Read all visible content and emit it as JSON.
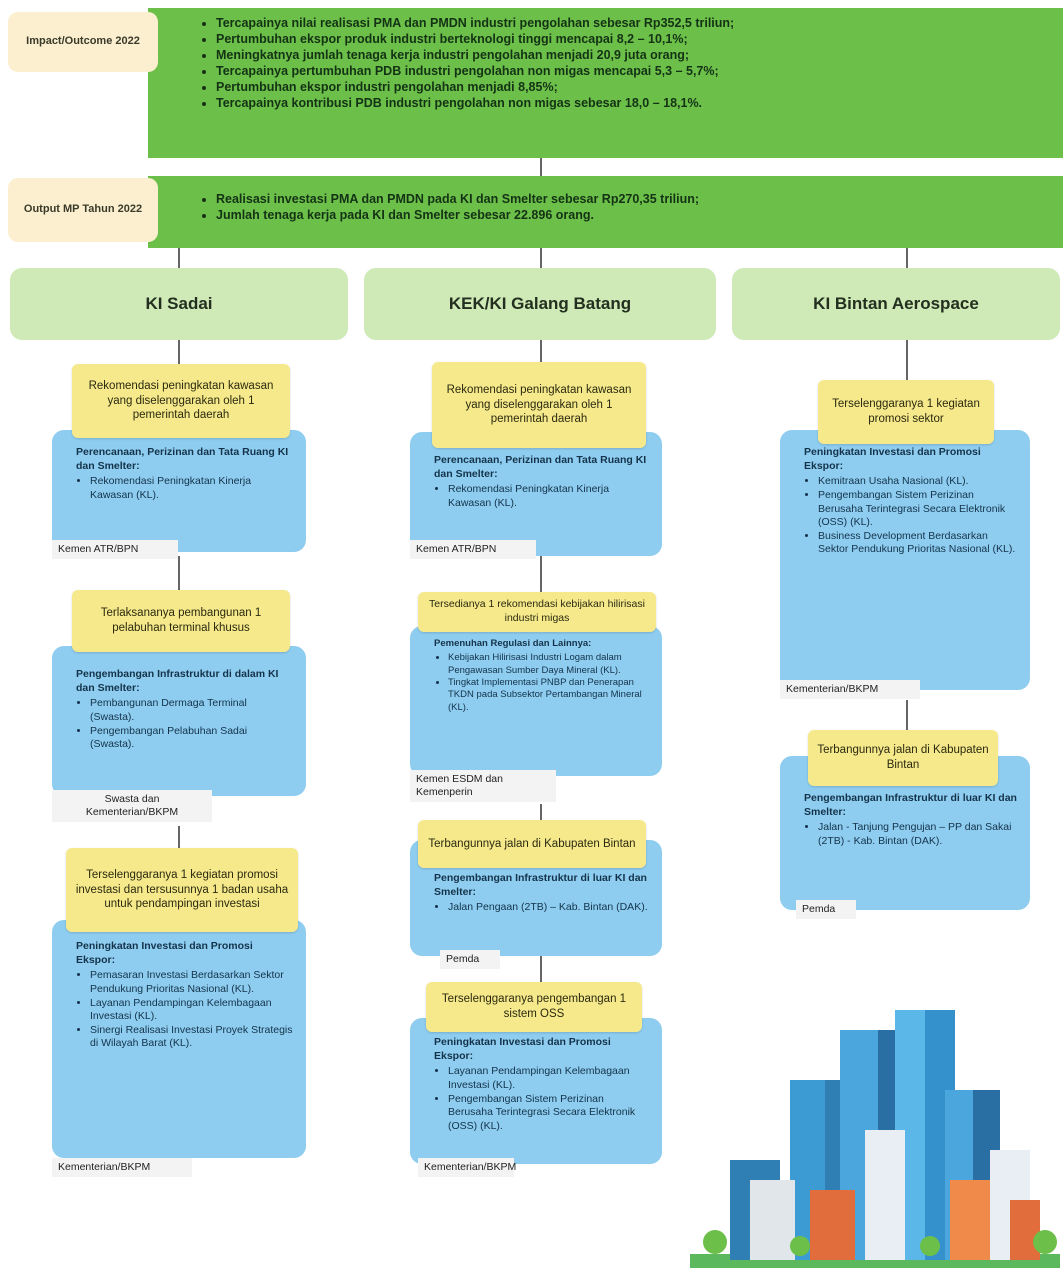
{
  "impact": {
    "tag": "Impact/Outcome 2022",
    "items": [
      "Tercapainya nilai realisasi PMA dan PMDN industri pengolahan sebesar Rp352,5 triliun;",
      "Pertumbuhan ekspor produk industri berteknologi tinggi mencapai 8,2 – 10,1%;",
      "Meningkatnya jumlah tenaga kerja industri pengolahan menjadi 20,9 juta orang;",
      "Tercapainya pertumbuhan PDB industri pengolahan non migas mencapai 5,3 – 5,7%;",
      "Pertumbuhan ekspor industri pengolahan menjadi 8,85%;",
      "Tercapainya kontribusi PDB industri pengolahan non migas sebesar 18,0 – 18,1%."
    ]
  },
  "output": {
    "tag": "Output MP Tahun 2022",
    "items": [
      "Realisasi investasi PMA dan PMDN pada KI dan Smelter sebesar Rp270,35 triliun;",
      "Jumlah tenaga kerja pada KI dan Smelter sebesar 22.896 orang."
    ]
  },
  "columns": [
    {
      "region": "KI Sadai",
      "blocks": [
        {
          "target": "Rekomendasi peningkatan kawasan yang diselenggarakan oleh 1 pemerintah daerah",
          "title": "Perencanaan, Perizinan dan Tata Ruang KI dan Smelter:",
          "items": [
            "Rekomendasi Peningkatan Kinerja Kawasan (KL)."
          ],
          "label": "Kemen ATR/BPN"
        },
        {
          "target": "Terlaksananya pembangunan 1 pelabuhan terminal khusus",
          "title": "Pengembangan Infrastruktur di dalam KI dan Smelter:",
          "items": [
            "Pembangunan Dermaga Terminal (Swasta).",
            "Pengembangan Pelabuhan Sadai (Swasta)."
          ],
          "label": "Swasta dan Kementerian/BKPM"
        },
        {
          "target": "Terselenggaranya 1 kegiatan promosi investasi dan tersusunnya 1 badan usaha untuk pendampingan investasi",
          "title": "Peningkatan Investasi dan Promosi Ekspor:",
          "items": [
            "Pemasaran Investasi Berdasarkan Sektor Pendukung Prioritas Nasional (KL).",
            "Layanan Pendampingan Kelembagaan Investasi (KL).",
            "Sinergi Realisasi Investasi Proyek Strategis di Wilayah Barat (KL)."
          ],
          "label": "Kementerian/BKPM"
        }
      ]
    },
    {
      "region": "KEK/KI Galang Batang",
      "blocks": [
        {
          "target": "Rekomendasi peningkatan kawasan yang diselenggarakan oleh 1 pemerintah daerah",
          "title": "Perencanaan, Perizinan dan Tata Ruang KI dan Smelter:",
          "items": [
            "Rekomendasi Peningkatan Kinerja Kawasan (KL)."
          ],
          "label": "Kemen ATR/BPN"
        },
        {
          "target": "Tersedianya 1 rekomendasi kebijakan hilirisasi industri migas",
          "title": "Pemenuhan Regulasi dan Lainnya:",
          "items": [
            "Kebijakan Hilirisasi Industri Logam dalam Pengawasan Sumber Daya Mineral (KL).",
            "Tingkat Implementasi PNBP dan Penerapan TKDN pada Subsektor Pertambangan Mineral (KL)."
          ],
          "label": "Kemen ESDM dan Kemenperin"
        },
        {
          "target": "Terbangunnya jalan di Kabupaten Bintan",
          "title": "Pengembangan Infrastruktur di luar KI dan Smelter:",
          "items": [
            "Jalan Pengaan (2TB) – Kab. Bintan (DAK)."
          ],
          "label": "Pemda"
        },
        {
          "target": "Terselenggaranya pengembangan 1 sistem OSS",
          "title": "Peningkatan Investasi dan Promosi Ekspor:",
          "items": [
            "Layanan Pendampingan Kelembagaan Investasi (KL).",
            "Pengembangan Sistem Perizinan Berusaha Terintegrasi Secara Elektronik (OSS) (KL)."
          ],
          "label": "Kementerian/BKPM"
        }
      ]
    },
    {
      "region": "KI Bintan Aerospace",
      "blocks": [
        {
          "target": "Terselenggaranya 1 kegiatan promosi sektor",
          "title": "Peningkatan Investasi dan Promosi Ekspor:",
          "items": [
            "Kemitraan Usaha Nasional (KL).",
            "Pengembangan Sistem Perizinan Berusaha Terintegrasi Secara Elektronik (OSS) (KL).",
            "Business Development Berdasarkan Sektor Pendukung Prioritas Nasional (KL)."
          ],
          "label": "Kementerian/BKPM"
        },
        {
          "target": "Terbangunnya jalan di Kabupaten Bintan",
          "title": "Pengembangan Infrastruktur di luar KI dan Smelter:",
          "items": [
            "Jalan - Tanjung Pengujan – PP dan Sakai (2TB) - Kab. Bintan (DAK)."
          ],
          "label": "Pemda"
        }
      ]
    }
  ],
  "colors": {
    "green": "#6cc04a",
    "light_green": "#cfe9b7",
    "yellow": "#f6e98b",
    "blue": "#8ecdf0",
    "tag": "#fbefd0"
  }
}
